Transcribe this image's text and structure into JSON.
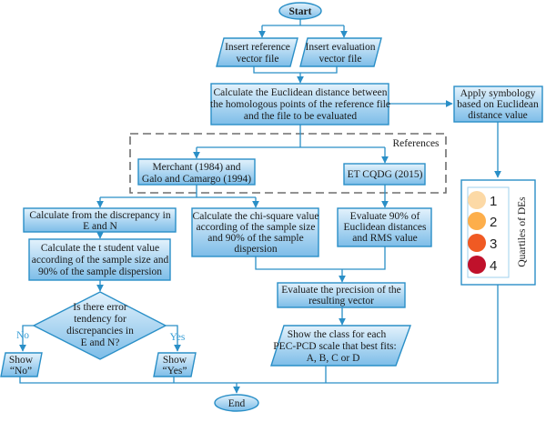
{
  "diagram": {
    "start": "Start",
    "end": "End",
    "insert_reference": [
      "Insert reference",
      "vector file"
    ],
    "insert_evaluation": [
      "Insert evaluation",
      "vector file"
    ],
    "calc_euclidean": [
      "Calculate the Euclidean distance between",
      "the homologous points of the reference file",
      "and the file to be evaluated"
    ],
    "apply_symbology": [
      "Apply symbology",
      "based on Euclidean",
      "distance value"
    ],
    "references_label": "References",
    "merchant": [
      "Merchant (1984) and",
      "Galo and Camargo (1994)"
    ],
    "et_cqdg": [
      "ET CQDG (2015)"
    ],
    "calc_discrepancy": [
      "Calculate from the discrepancy in",
      "E and N"
    ],
    "calc_t_student": [
      "Calculate the t student value",
      "according of the sample size and",
      "90% of the sample dispersion"
    ],
    "calc_chi_square": [
      "Calculate the chi-square value",
      "according of the sample size",
      "and 90% of the sample",
      "dispersion"
    ],
    "evaluate_90": [
      "Evaluate 90% of",
      "Euclidean distances",
      "and RMS value"
    ],
    "decision": [
      "Is there error",
      "tendency for",
      "discrepancies in",
      "E and N?"
    ],
    "no_label": "No",
    "yes_label": "Yes",
    "show_no": [
      "Show",
      "“No”"
    ],
    "show_yes": [
      "Show",
      "“Yes”"
    ],
    "evaluate_precision": [
      "Evaluate the precision of the",
      "resulting vector"
    ],
    "show_class": [
      "Show the class for each",
      "PEC-PCD scale that best fits:",
      "A, B, C or D"
    ],
    "legend": {
      "title": "Quartiles of DEs",
      "items": [
        {
          "label": "1",
          "color": "#fcd9a6"
        },
        {
          "label": "2",
          "color": "#fdae4b"
        },
        {
          "label": "3",
          "color": "#f05a23"
        },
        {
          "label": "4",
          "color": "#c0112b"
        }
      ]
    }
  },
  "colors": {
    "stroke": "#2a8fc7",
    "box_top": "#dbeefa",
    "box_bottom": "#7fbfe9",
    "dashed": "#6e6e6e"
  }
}
